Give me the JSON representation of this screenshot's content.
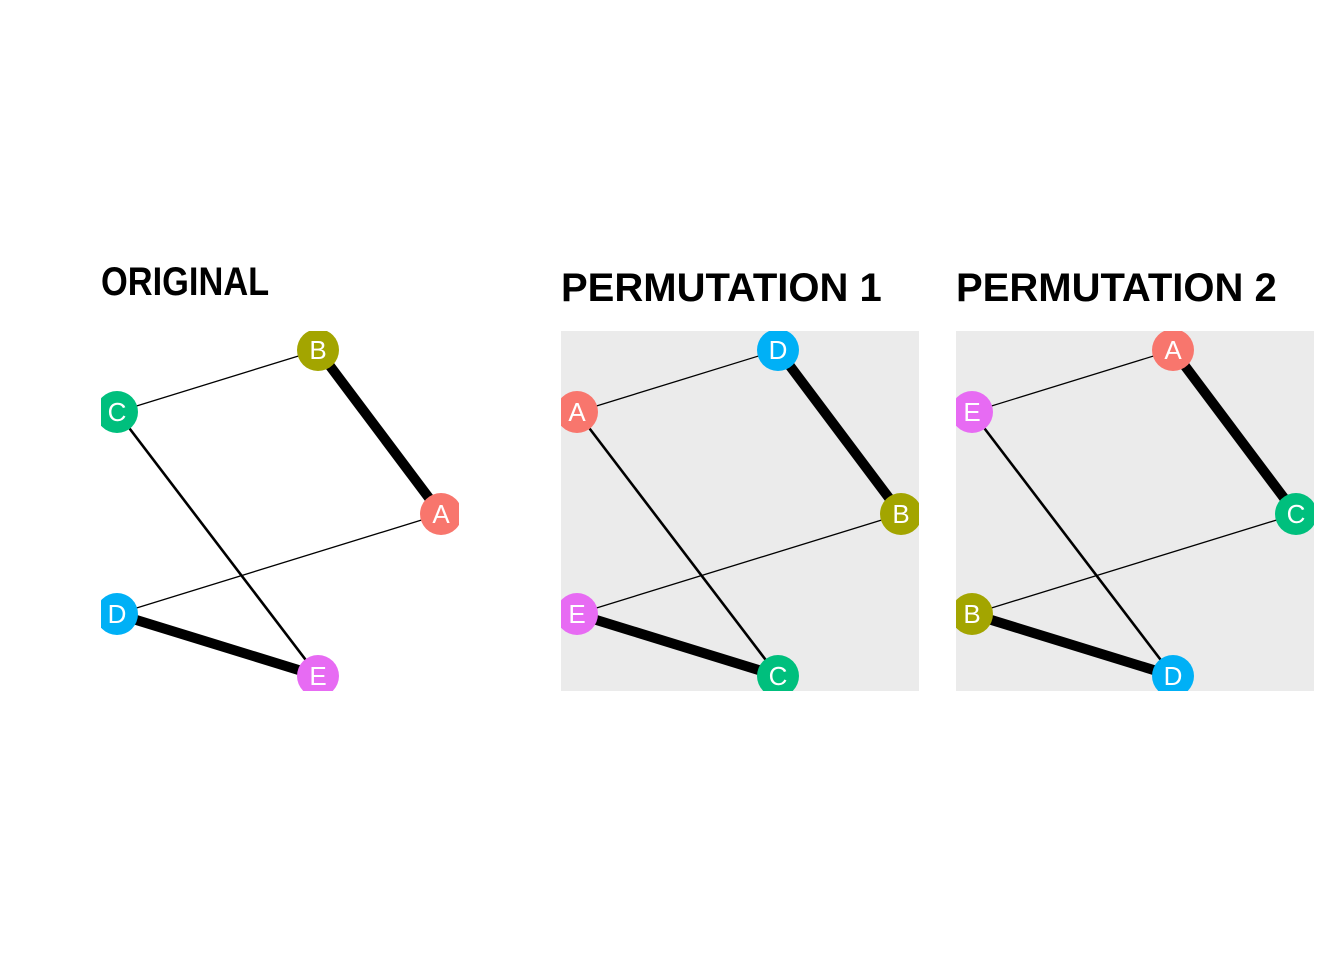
{
  "panels": [
    {
      "title": "ORIGINAL",
      "background": "#ffffff",
      "nodes": [
        {
          "id": "B",
          "color": "#A3A500"
        },
        {
          "id": "C",
          "color": "#00BF7D"
        },
        {
          "id": "A",
          "color": "#F8766D"
        },
        {
          "id": "D",
          "color": "#00B0F6"
        },
        {
          "id": "E",
          "color": "#E76BF3"
        }
      ],
      "edges": [
        {
          "from": "C",
          "to": "B",
          "weight": 1
        },
        {
          "from": "B",
          "to": "A",
          "weight": 5
        },
        {
          "from": "C",
          "to": "E",
          "weight": 2
        },
        {
          "from": "D",
          "to": "A",
          "weight": 1
        },
        {
          "from": "D",
          "to": "E",
          "weight": 5
        }
      ]
    },
    {
      "title": "PERMUTATION 1",
      "background": "#ebebeb",
      "nodes": [
        {
          "id": "D",
          "color": "#00B0F6"
        },
        {
          "id": "A",
          "color": "#F8766D"
        },
        {
          "id": "B",
          "color": "#A3A500"
        },
        {
          "id": "E",
          "color": "#E76BF3"
        },
        {
          "id": "C",
          "color": "#00BF7D"
        }
      ],
      "edges": [
        {
          "from": "A",
          "to": "D",
          "weight": 1
        },
        {
          "from": "D",
          "to": "B",
          "weight": 5
        },
        {
          "from": "A",
          "to": "C",
          "weight": 2
        },
        {
          "from": "E",
          "to": "B",
          "weight": 1
        },
        {
          "from": "E",
          "to": "C",
          "weight": 5
        }
      ]
    },
    {
      "title": "PERMUTATION 2",
      "background": "#ebebeb",
      "nodes": [
        {
          "id": "A",
          "color": "#F8766D"
        },
        {
          "id": "E",
          "color": "#E76BF3"
        },
        {
          "id": "C",
          "color": "#00BF7D"
        },
        {
          "id": "B",
          "color": "#A3A500"
        },
        {
          "id": "D",
          "color": "#00B0F6"
        }
      ],
      "edges": [
        {
          "from": "E",
          "to": "A",
          "weight": 1
        },
        {
          "from": "A",
          "to": "C",
          "weight": 5
        },
        {
          "from": "E",
          "to": "D",
          "weight": 2
        },
        {
          "from": "B",
          "to": "C",
          "weight": 1
        },
        {
          "from": "B",
          "to": "D",
          "weight": 5
        }
      ]
    }
  ]
}
